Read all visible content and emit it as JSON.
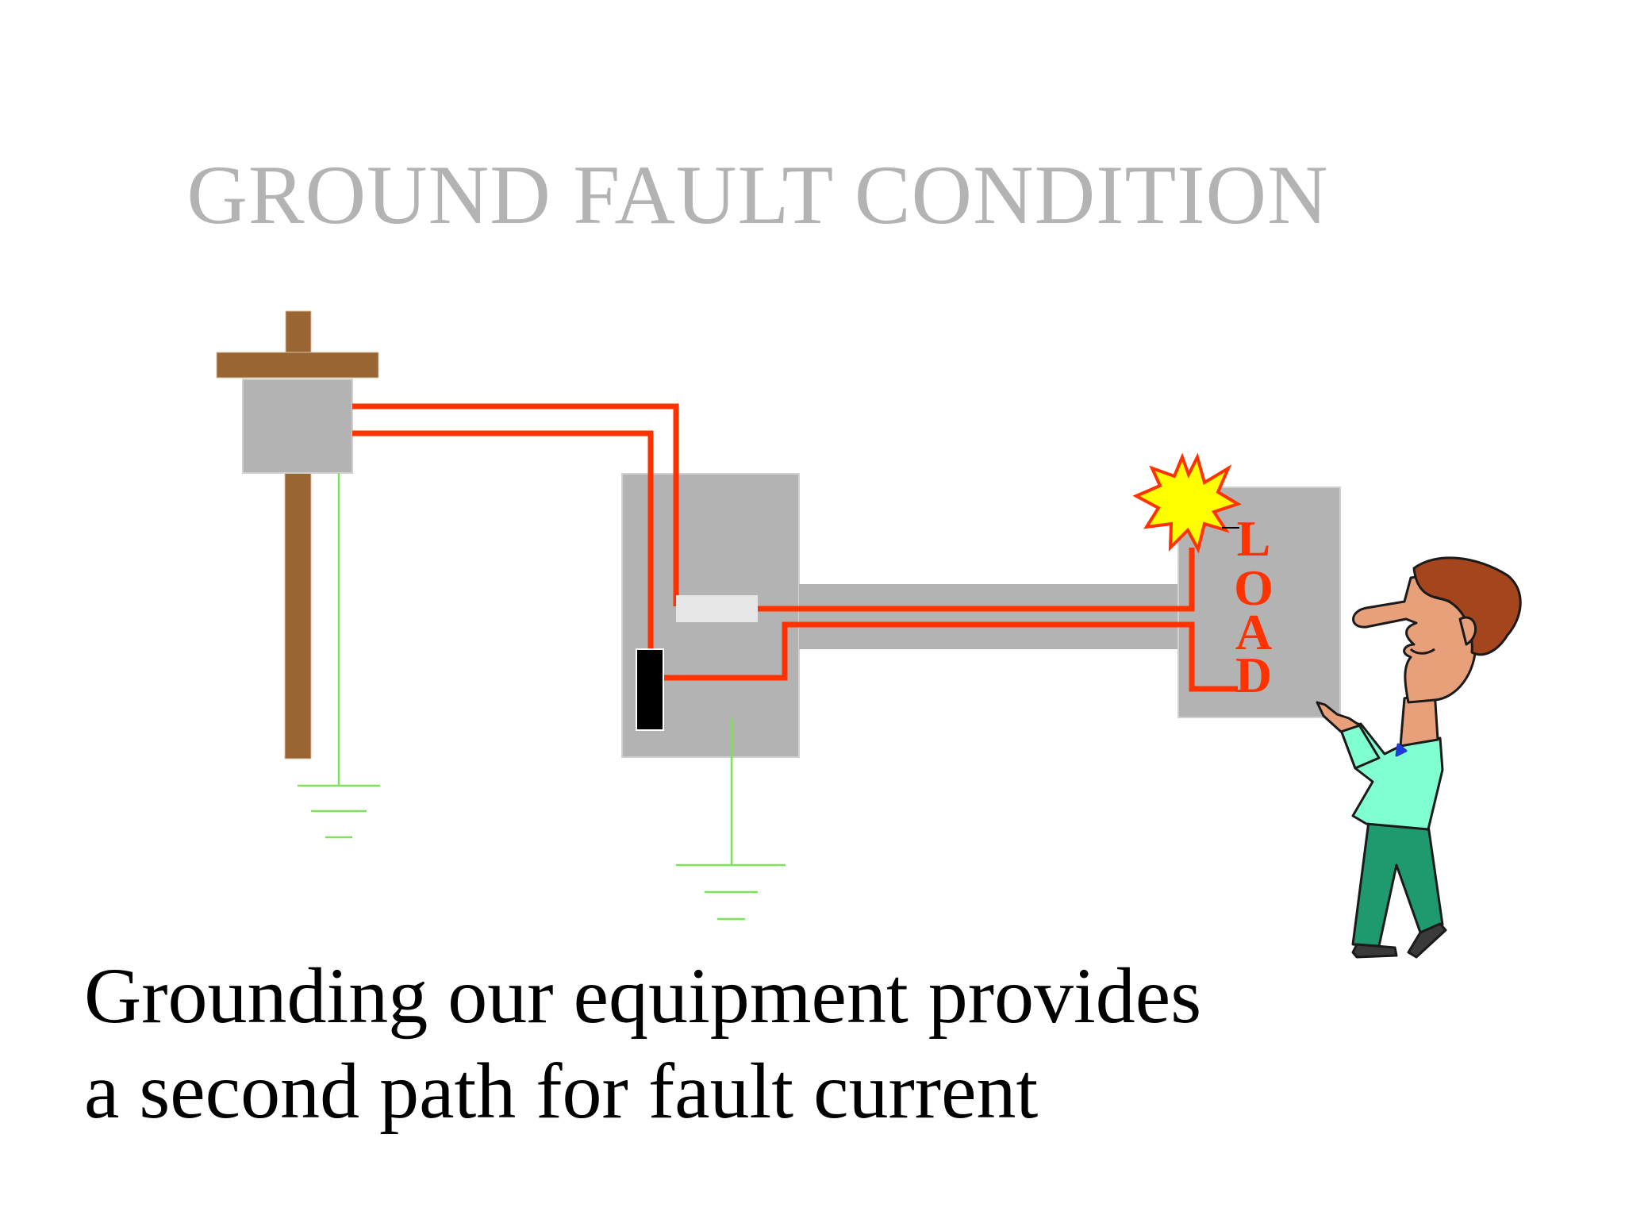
{
  "slide": {
    "title": "GROUND FAULT CONDITION",
    "caption_line_1": "Grounding our equipment provides",
    "caption_line_2": "a second path for fault current"
  },
  "diagram": {
    "load_letters": [
      "L",
      "O",
      "A",
      "D"
    ]
  },
  "colors": {
    "title": "#b3b3b3",
    "wire": "#ff3300",
    "ground_wire": "#7be35a",
    "pole": "#996633",
    "box": "#b3b3b3",
    "spark_fill": "#ffff00",
    "spark_stroke": "#ff3300",
    "load_text": "#ff3300",
    "breaker": "#000000",
    "shirt": "#80ffd0",
    "pants": "#1f9a6e",
    "skin": "#e8a07a",
    "hair": "#a5451d"
  }
}
